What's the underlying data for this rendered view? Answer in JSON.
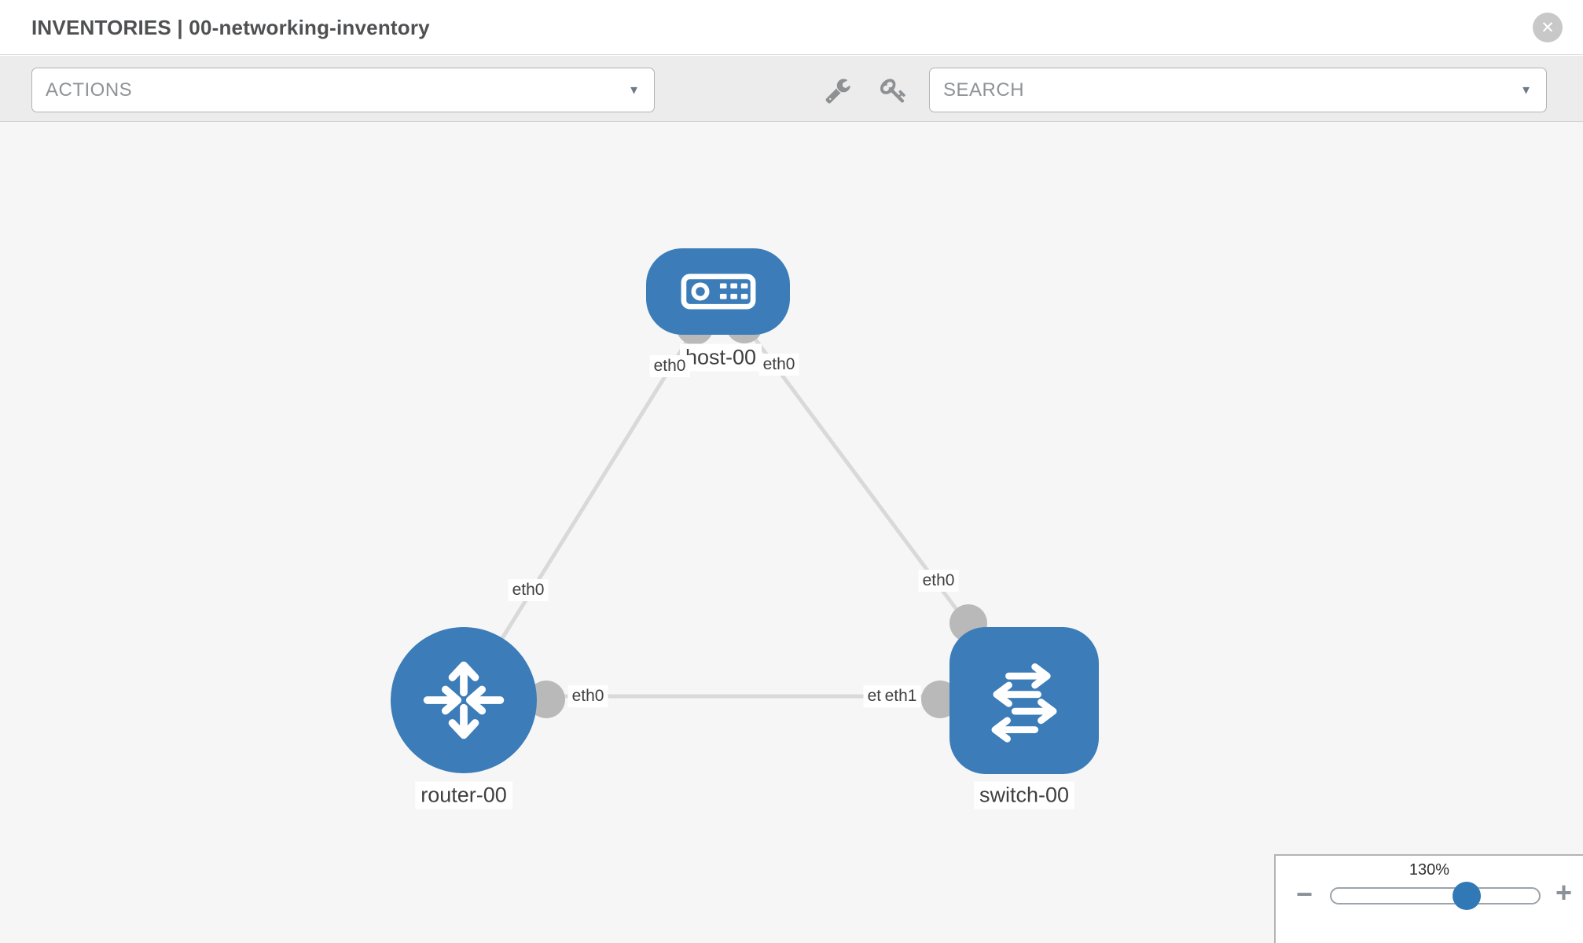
{
  "header": {
    "title": "INVENTORIES | 00-networking-inventory",
    "close_icon": "✕"
  },
  "toolbar": {
    "actions_label": "ACTIONS",
    "search_label": "SEARCH",
    "caret": "▼",
    "icons": [
      "wrench-icon",
      "key-icon"
    ]
  },
  "diagram": {
    "nodes": [
      {
        "id": "host-00",
        "type": "host",
        "label": "host-00"
      },
      {
        "id": "router-00",
        "type": "router",
        "label": "router-00"
      },
      {
        "id": "switch-00",
        "type": "switch",
        "label": "switch-00"
      }
    ],
    "links": [
      {
        "from": "host-00",
        "from_if": "eth0",
        "to": "router-00",
        "to_if": "eth0"
      },
      {
        "from": "host-00",
        "from_if": "eth0",
        "to": "switch-00",
        "to_if": "eth0"
      },
      {
        "from": "router-00",
        "from_if": "eth0",
        "to": "switch-00",
        "to_if": "eth1"
      }
    ],
    "overlapped_interface_label": "eth0"
  },
  "zoom": {
    "level": "130%",
    "minus": "−",
    "plus": "+",
    "thumb_percent": 65
  },
  "colors": {
    "node_blue": "#3b7cb9",
    "link_gray": "#d9d9d9",
    "connector_gray": "#b9b9b9",
    "canvas_bg": "#f6f6f6",
    "thumb_blue": "#3178b7"
  }
}
